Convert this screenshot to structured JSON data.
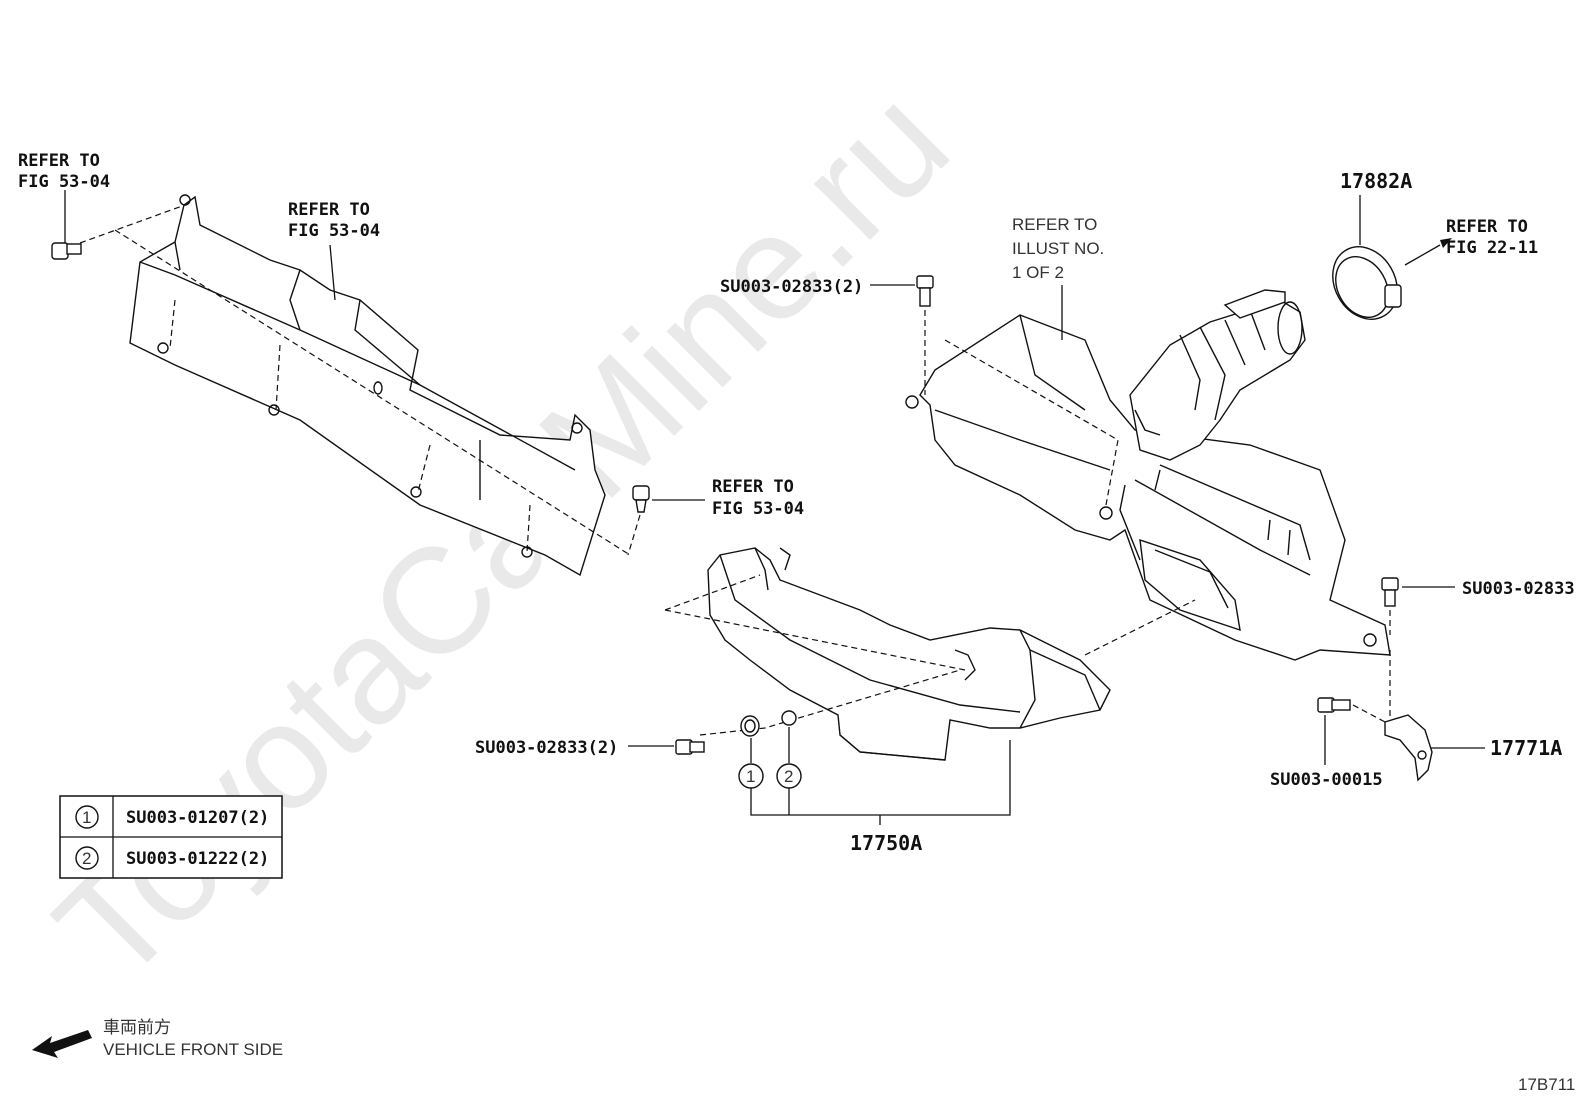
{
  "watermark": "ToyotaCarMine.ru",
  "callouts": {
    "refer_shield_left": [
      "REFER TO",
      "FIG 53-04"
    ],
    "refer_shield_top": [
      "REFER TO",
      "FIG 53-04"
    ],
    "refer_clip": [
      "REFER TO",
      "FIG 53-04"
    ],
    "refer_illust": [
      "REFER TO",
      "ILLUST NO.",
      "1 OF 2"
    ],
    "refer_fig22": [
      "REFER TO",
      "FIG 22-11"
    ]
  },
  "parts": {
    "clamp": "17882A",
    "bolt_top": "SU003-02833(2)",
    "bolt_right": "SU003-02833",
    "bolt_bracket": "SU003-00015",
    "bracket": "17771A",
    "bolt_duct": "SU003-02833(2)",
    "intake_duct": "17750A",
    "marker_1": "1",
    "marker_2": "2"
  },
  "legend": {
    "rows": [
      {
        "marker": "1",
        "part": "SU003-01207(2)"
      },
      {
        "marker": "2",
        "part": "SU003-01222(2)"
      }
    ]
  },
  "direction": {
    "japanese": "車両前方",
    "english": "VEHICLE FRONT SIDE"
  },
  "figure_code": "17B711"
}
